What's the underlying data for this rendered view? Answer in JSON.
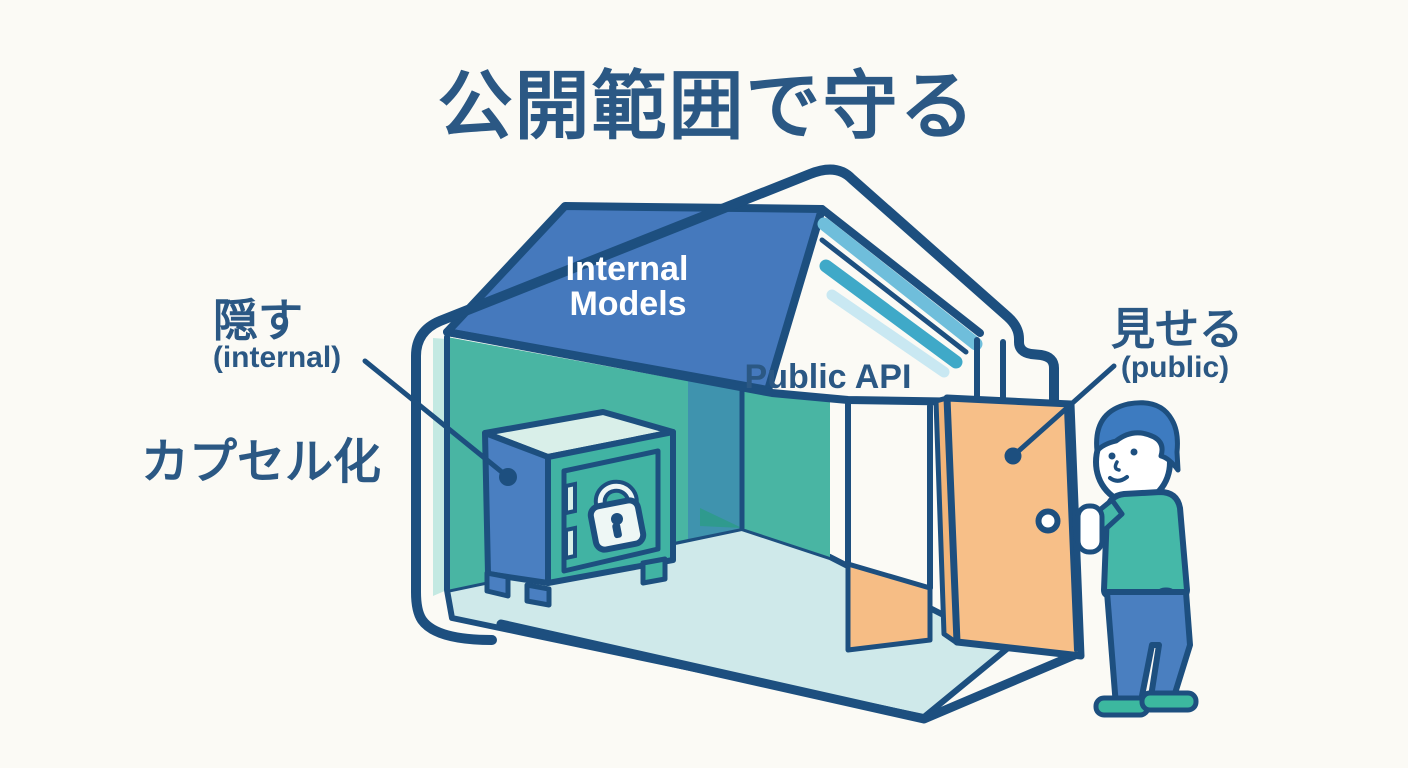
{
  "title": "公開範囲で守る",
  "house": {
    "roof_label_line1": "Internal",
    "roof_label_line2": "Models",
    "gable_label": "Public API"
  },
  "annotations": {
    "hide_jp": "隠す",
    "hide_en": "(internal)",
    "keyword": "カプセル化",
    "show_jp": "見せる",
    "show_en": "(public)"
  },
  "icons": {
    "lock": "lock-icon",
    "safe": "safe-box",
    "door": "open-door",
    "person": "person-figure"
  },
  "colors": {
    "outline": "#1d4f7f",
    "title_text": "#2b5884",
    "roof": "#4579bd",
    "roof_trim_light": "#6fbedb",
    "roof_trim_teal": "#3fa9c8",
    "roof_trim_pale": "#c9e8f2",
    "wall": "#49b5a3",
    "wall_shade": "#3f93ae",
    "wall_edge_strip": "#c4e9e2",
    "floor": "#cfe9ea",
    "door": "#f7bf88",
    "door_edge": "#f2b478",
    "door_floor": "#f6bd85",
    "safe_front": "#41b3a3",
    "safe_side": "#4a7fc1",
    "safe_top": "#d9efe9",
    "lock_body": "#eef7f5",
    "hair": "#3d7bc0",
    "sweater": "#45b8a8",
    "pants": "#4a7fc0",
    "shoes": "#3cb89f",
    "background": "#fbfaf5"
  }
}
